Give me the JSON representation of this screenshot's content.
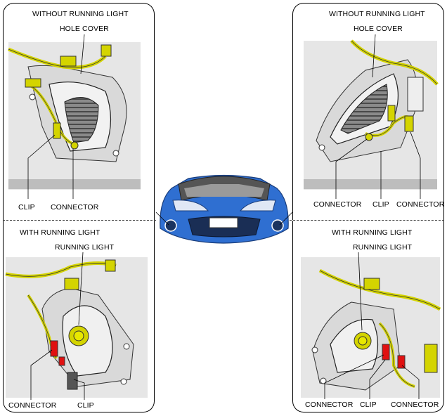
{
  "panels": {
    "top_left": {
      "title": "WITHOUT RUNNING LIGHT",
      "labels": [
        "HOLE COVER",
        "CLIP",
        "CONNECTOR"
      ]
    },
    "top_right": {
      "title": "WITHOUT RUNNING LIGHT",
      "labels": [
        "HOLE COVER",
        "CONNECTOR",
        "CLIP",
        "CONNECTOR"
      ]
    },
    "bottom_left": {
      "title": "WITH  RUNNING LIGHT",
      "labels": [
        "RUNNING LIGHT",
        "CONNECTOR",
        "CLIP"
      ]
    },
    "bottom_right": {
      "title": "WITH  RUNNING LIGHT",
      "labels": [
        "RUNNING LIGHT",
        "CONNECTOR",
        "CLIP",
        "CONNECTOR"
      ]
    }
  },
  "colors": {
    "harness": "#d4d400",
    "connector_red": "#e01010",
    "car_body": "#2f6fd1",
    "metal": "#cfcfcf"
  },
  "icons": [
    "car-front-view",
    "wire-harness",
    "connector-plug",
    "clip"
  ]
}
